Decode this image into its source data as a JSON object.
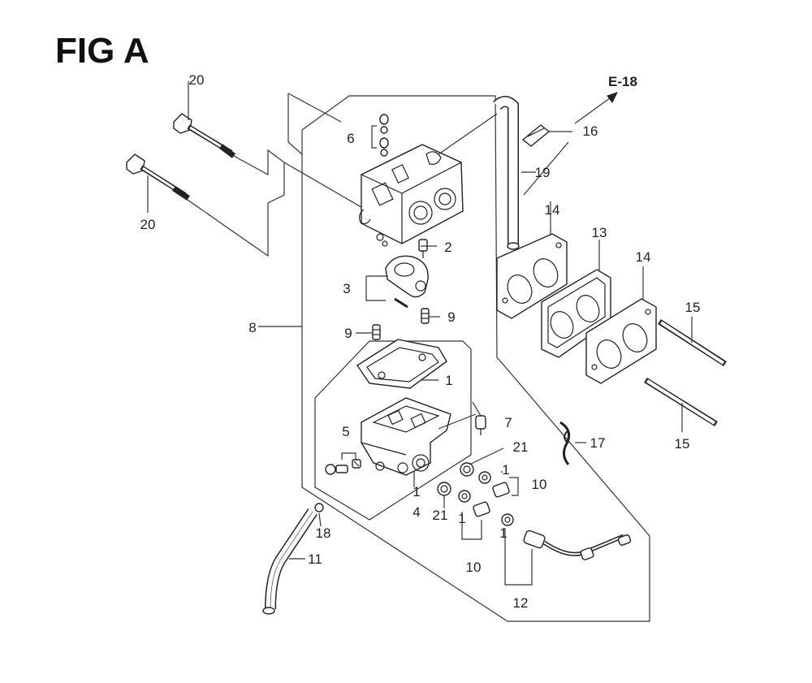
{
  "figure": {
    "title": "FIG A",
    "reference": "E-18"
  },
  "callouts": [
    {
      "id": "c20a",
      "text": "20"
    },
    {
      "id": "c20b",
      "text": "20"
    },
    {
      "id": "c6",
      "text": "6"
    },
    {
      "id": "c2",
      "text": "2"
    },
    {
      "id": "c3",
      "text": "3"
    },
    {
      "id": "c9a",
      "text": "9"
    },
    {
      "id": "c9b",
      "text": "9"
    },
    {
      "id": "c8",
      "text": "8"
    },
    {
      "id": "c1a",
      "text": "1"
    },
    {
      "id": "c5",
      "text": "5"
    },
    {
      "id": "c7",
      "text": "7"
    },
    {
      "id": "c1b",
      "text": "1"
    },
    {
      "id": "c4",
      "text": "4"
    },
    {
      "id": "c21a",
      "text": "21"
    },
    {
      "id": "c1c",
      "text": "1"
    },
    {
      "id": "c10a",
      "text": "10"
    },
    {
      "id": "c21b",
      "text": "21"
    },
    {
      "id": "c1d",
      "text": "1"
    },
    {
      "id": "c10b",
      "text": "10"
    },
    {
      "id": "c1e",
      "text": "1"
    },
    {
      "id": "c12",
      "text": "12"
    },
    {
      "id": "c18",
      "text": "18"
    },
    {
      "id": "c11",
      "text": "11"
    },
    {
      "id": "c16",
      "text": "16"
    },
    {
      "id": "c19",
      "text": "19"
    },
    {
      "id": "c14a",
      "text": "14"
    },
    {
      "id": "c13",
      "text": "13"
    },
    {
      "id": "c14b",
      "text": "14"
    },
    {
      "id": "c15a",
      "text": "15"
    },
    {
      "id": "c15b",
      "text": "15"
    },
    {
      "id": "c17",
      "text": "17"
    }
  ]
}
